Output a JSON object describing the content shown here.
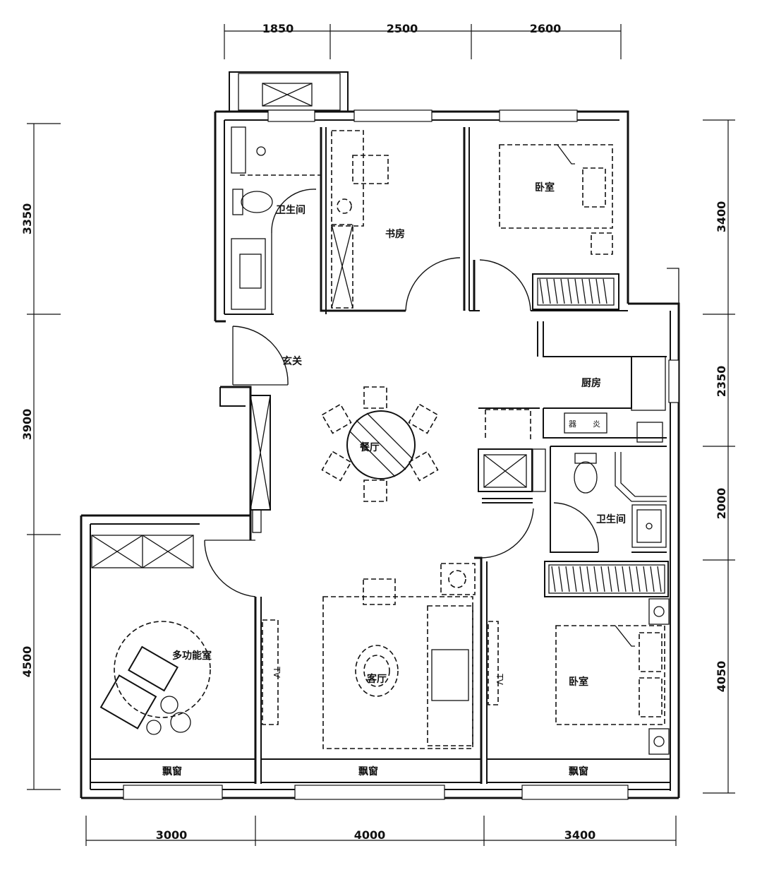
{
  "dimensions": {
    "top": [
      "1850",
      "2500",
      "2600"
    ],
    "bottom": [
      "3000",
      "4000",
      "3400"
    ],
    "left": [
      "3350",
      "3900",
      "4500"
    ],
    "right": [
      "3400",
      "2350",
      "2000",
      "4050"
    ]
  },
  "rooms": {
    "bathroom_top": "卫生间",
    "study": "书房",
    "bedroom_top": "卧室",
    "entrance": "玄关",
    "dining": "餐厅",
    "kitchen": "厨房",
    "bathroom_right": "卫生间",
    "multi_room": "多功能室",
    "living": "客厅",
    "bedroom_bottom": "卧室",
    "bay_left": "飘窗",
    "bay_middle": "飘窗",
    "bay_right": "飘窗"
  },
  "labels": {
    "tv_left": "TV",
    "tv_right": "TV"
  }
}
